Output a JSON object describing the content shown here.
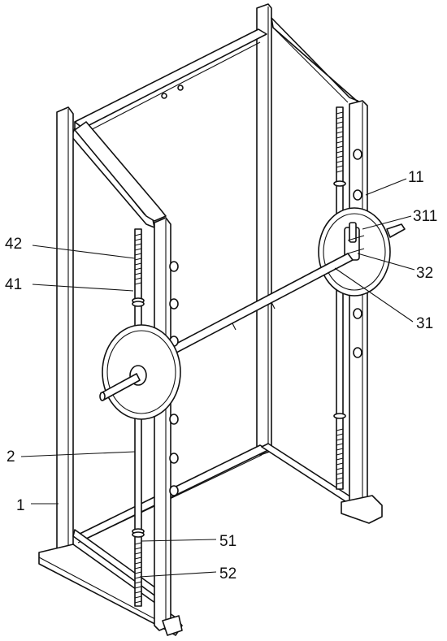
{
  "figure": {
    "labels": {
      "l11": "11",
      "l311": "311",
      "l32": "32",
      "l31": "31",
      "l42": "42",
      "l41": "41",
      "l2": "2",
      "l1": "1",
      "l51": "51",
      "l52": "52"
    }
  }
}
